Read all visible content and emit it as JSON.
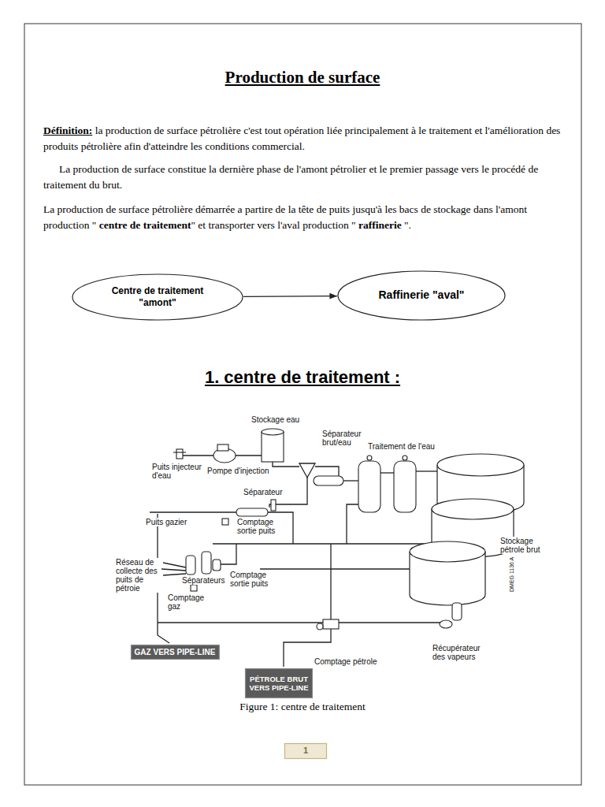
{
  "diagram": {
    "title": "Production de surface",
    "caption": "Figure 1: centre de traitement",
    "nodes": [
      {
        "text": [
          "Centre de traitement \"amont\""
        ]
      },
      {
        "text": [
          "Raffinerie \"aval\""
        ]
      },
      {
        "text": [
          "GAZ VERS PIPE-LINE"
        ]
      },
      {
        "text": [
          "PÉTROLE BRUT VERS PIPE-LINE"
        ]
      },
      {
        "text": [
          "1"
        ]
      }
    ],
    "edges": [
      {
        "from": 0,
        "to": 1,
        "arrow": "to"
      }
    ],
    "labels": [
      "Définition:",
      " la production de surface pétrolière c'est tout opération liée principalement à le traitement et l'amélioration des produits pétrolière afin d'atteindre les conditions commercial.",
      "La production de surface constitue la dernière phase de l'amont pétrolier et le premier passage vers le procédé de traitement du brut.",
      "La production de surface pétrolière démarrée a partire de la tête de puits jusqu'à les bacs de stockage dans l'amont production \" ",
      "centre de traitement",
      "\" et transporter vers l'aval production \" ",
      "raffinerie",
      " \".",
      "1. centre de traitement :",
      "Stockage eau",
      "Séparateur brut/eau",
      "Traitement de l'eau",
      "Puits injecteur d'eau",
      "Pompe d'injection",
      "Séparateur",
      "Puits gazier",
      "Comptage sortie puits",
      "Réseau de collecte des puits de pétroie",
      "Séparateurs",
      "Comptage sortie puits",
      "Comptage gaz",
      "Stockage pétrole brut",
      "DMEG 1136 A",
      "Récupérateur des vapeurs",
      "Comptage pétrole"
    ]
  }
}
